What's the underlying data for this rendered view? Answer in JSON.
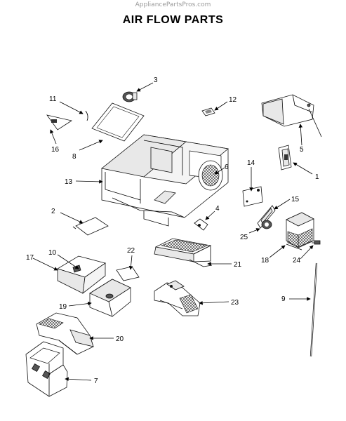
{
  "watermark": "AppliancePartsPros.com",
  "title": "AIR FLOW PARTS",
  "callouts": [
    {
      "id": "1",
      "label": "1"
    },
    {
      "id": "2",
      "label": "2"
    },
    {
      "id": "3",
      "label": "3"
    },
    {
      "id": "4",
      "label": "4"
    },
    {
      "id": "5",
      "label": "5"
    },
    {
      "id": "6",
      "label": "6"
    },
    {
      "id": "7",
      "label": "7"
    },
    {
      "id": "8",
      "label": "8"
    },
    {
      "id": "9",
      "label": "9"
    },
    {
      "id": "10",
      "label": "10"
    },
    {
      "id": "11",
      "label": "11"
    },
    {
      "id": "12",
      "label": "12"
    },
    {
      "id": "13",
      "label": "13"
    },
    {
      "id": "14",
      "label": "14"
    },
    {
      "id": "15",
      "label": "15"
    },
    {
      "id": "16",
      "label": "16"
    },
    {
      "id": "17",
      "label": "17"
    },
    {
      "id": "18",
      "label": "18"
    },
    {
      "id": "19",
      "label": "19"
    },
    {
      "id": "20",
      "label": "20"
    },
    {
      "id": "21",
      "label": "21"
    },
    {
      "id": "22",
      "label": "22"
    },
    {
      "id": "23",
      "label": "23"
    },
    {
      "id": "24",
      "label": "24"
    },
    {
      "id": "25",
      "label": "25"
    }
  ]
}
